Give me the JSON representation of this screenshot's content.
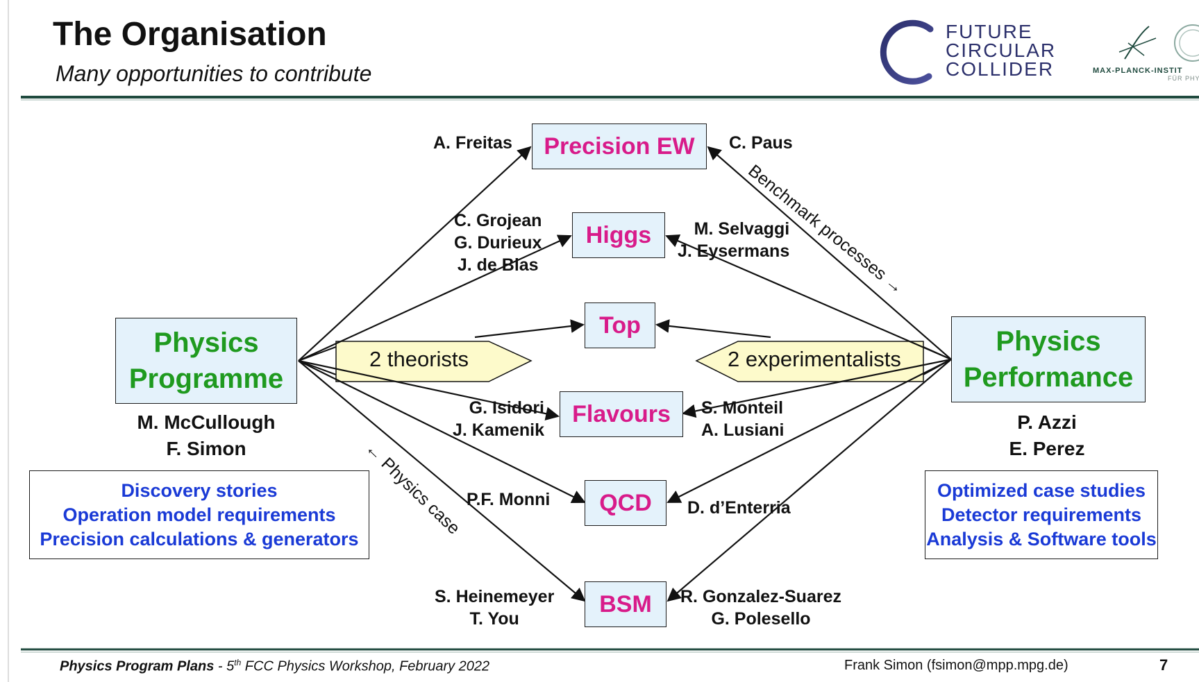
{
  "header": {
    "title": "The Organisation",
    "subtitle": "Many opportunities to contribute",
    "logo_fcc": [
      "FUTURE",
      "CIRCULAR",
      "COLLIDER"
    ],
    "logo_mpi": "MAX-PLANCK-INSTIT",
    "logo_mpi_sub": "FÜR PHY"
  },
  "left": {
    "box_lines": [
      "Physics",
      "Programme"
    ],
    "conveners": [
      "M. McCullough",
      "F. Simon"
    ],
    "tasks": [
      "Discovery stories",
      "Operation model requirements",
      "Precision calculations & generators"
    ],
    "arrow_label": "2 theorists",
    "diag_label": "← Physics case"
  },
  "right": {
    "box_lines": [
      "Physics",
      "Performance"
    ],
    "conveners": [
      "P. Azzi",
      "E. Perez"
    ],
    "tasks": [
      "Optimized case studies",
      "Detector requirements",
      "Analysis & Software tools"
    ],
    "arrow_label": "2 experimentalists",
    "diag_label": "Benchmark processes →"
  },
  "topics": {
    "precision_ew": {
      "label": "Precision EW",
      "left_names": [
        "A. Freitas"
      ],
      "right_names": [
        "C. Paus"
      ]
    },
    "higgs": {
      "label": "Higgs",
      "left_names": [
        "C. Grojean",
        "G. Durieux",
        "J. de Blas"
      ],
      "right_names": [
        "M. Selvaggi",
        "J. Eysermans"
      ]
    },
    "top": {
      "label": "Top"
    },
    "flavours": {
      "label": "Flavours",
      "left_names": [
        "G. Isidori",
        "J. Kamenik"
      ],
      "right_names": [
        "S. Monteil",
        "A. Lusiani"
      ]
    },
    "qcd": {
      "label": "QCD",
      "left_names": [
        "P.F. Monni"
      ],
      "right_names": [
        "D. d’Enterria"
      ]
    },
    "bsm": {
      "label": "BSM",
      "left_names": [
        "S. Heinemeyer",
        "T. You"
      ],
      "right_names": [
        "R. Gonzalez-Suarez",
        "G. Polesello"
      ]
    }
  },
  "footer": {
    "left_bold": "Physics Program Plans",
    "left_dash": " - 5",
    "left_sup": "th",
    "left_rest": " FCC Physics Workshop, February 2022",
    "right": "Frank Simon (fsimon@mpp.mpg.de)",
    "page": "7"
  },
  "colors": {
    "topic_text": "#d81b8a",
    "main_text": "#1f9a1f",
    "task_text": "#1a3ad6",
    "box_fill": "#e4f2fb",
    "callout_fill": "#fdfacb",
    "divider": "#1f4a3e"
  }
}
